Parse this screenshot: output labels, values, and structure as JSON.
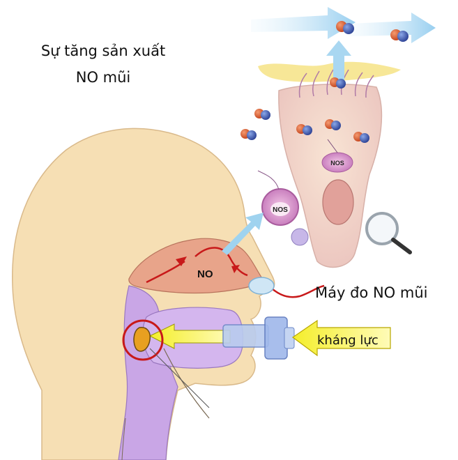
{
  "title_line1": "Sự tăng sản xuất",
  "title_line2": "NO mũi",
  "label_no": "NO",
  "label_nos_cell": "NOS",
  "label_nos_small": "NOS",
  "label_meter": "Máy đo NO mũi",
  "label_resistance": "kháng lực",
  "colors": {
    "skin": "#f6dfb4",
    "nasal": "#e8a48a",
    "mouth": "#c9a6e6",
    "airway": "#b38ee0",
    "flow_arrow": "#9fd3ef",
    "yellow_arrow": "#f5f20a",
    "red": "#c8191a",
    "cell": "#f2dcc8",
    "mucus": "#f6e48c"
  },
  "icons": [
    "magnifier-icon",
    "molecule-icon"
  ]
}
